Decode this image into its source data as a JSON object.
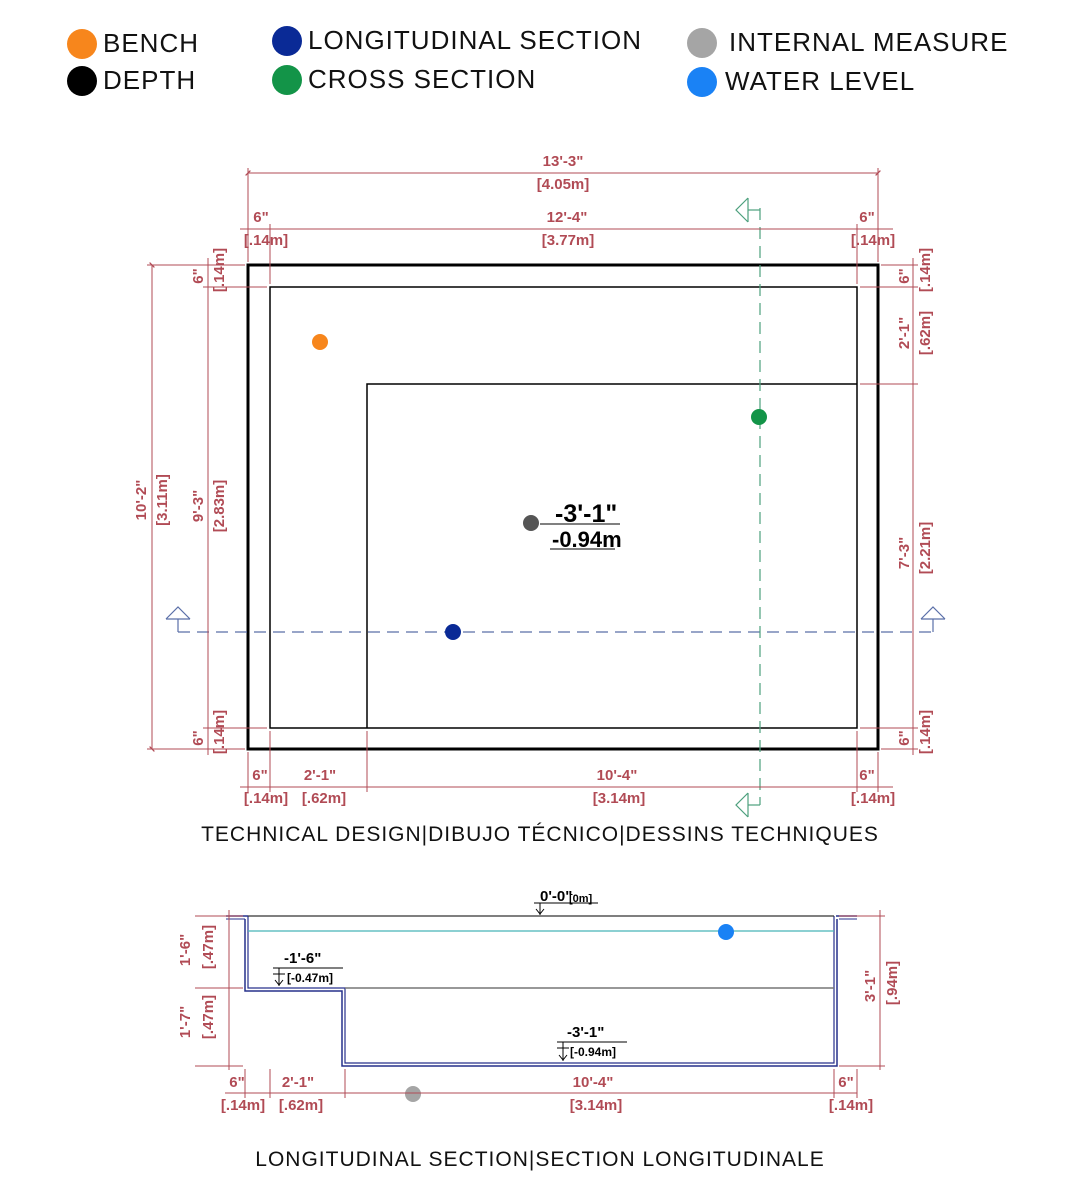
{
  "legend": [
    {
      "label": "BENCH",
      "color": "#f7861c"
    },
    {
      "label": "DEPTH",
      "color": "#000000"
    },
    {
      "label": "LONGITUDINAL SECTION",
      "color": "#0a2a96"
    },
    {
      "label": "CROSS SECTION",
      "color": "#139448"
    },
    {
      "label": "INTERNAL MEASURE",
      "color": "#a5a5a5"
    },
    {
      "label": "WATER LEVEL",
      "color": "#1a82f5"
    }
  ],
  "colors": {
    "dimension": "#b14b55",
    "section_line_long": "#5a6fa8",
    "section_line_cross": "#4ca07d",
    "water_line": "#47b3b8",
    "section_outline": "#27308c"
  },
  "plan": {
    "total_width": {
      "imperial": "13'-3\"",
      "metric": "[4.05m]"
    },
    "inner_width": {
      "imperial": "12'-4\"",
      "metric": "[3.77m]"
    },
    "wall_top_left": {
      "imperial": "6\"",
      "metric": "[.14m]"
    },
    "wall_top_right": {
      "imperial": "6\"",
      "metric": "[.14m]"
    },
    "total_height": {
      "imperial": "10'-2\"",
      "metric": "[3.11m]"
    },
    "inner_height": {
      "imperial": "9'-3\"",
      "metric": "[2.83m]"
    },
    "wall_left_top": {
      "imperial": "6\"",
      "metric": "[.14m]"
    },
    "wall_left_bottom": {
      "imperial": "6\"",
      "metric": "[.14m]"
    },
    "wall_right_top": {
      "imperial": "6\"",
      "metric": "[.14m]"
    },
    "bench_depth_right": {
      "imperial": "2'-1\"",
      "metric": "[.62m]"
    },
    "deep_height_right": {
      "imperial": "7'-3\"",
      "metric": "[2.21m]"
    },
    "wall_right_bottom": {
      "imperial": "6\"",
      "metric": "[.14m]"
    },
    "bottom_wall_left": {
      "imperial": "6\"",
      "metric": "[.14m]"
    },
    "bottom_bench": {
      "imperial": "2'-1\"",
      "metric": "[.62m]"
    },
    "bottom_deep": {
      "imperial": "10'-4\"",
      "metric": "[3.14m]"
    },
    "bottom_wall_right": {
      "imperial": "6\"",
      "metric": "[.14m]"
    },
    "depth_label": {
      "imperial": "-3'-1\"",
      "metric": "-0.94m"
    }
  },
  "section": {
    "top_level": {
      "imperial": "0'-0\"",
      "metric": "[0m]"
    },
    "bench_level": {
      "imperial": "-1'-6\"",
      "metric": "[-0.47m]"
    },
    "floor_level": {
      "imperial": "-3'-1\"",
      "metric": "[-0.94m]"
    },
    "left_upper": {
      "imperial": "1'-6\"",
      "metric": "[.47m]"
    },
    "left_lower": {
      "imperial": "1'-7\"",
      "metric": "[.47m]"
    },
    "right_total": {
      "imperial": "3'-1\"",
      "metric": "[.94m]"
    },
    "bottom_wall_left": {
      "imperial": "6\"",
      "metric": "[.14m]"
    },
    "bottom_bench": {
      "imperial": "2'-1\"",
      "metric": "[.62m]"
    },
    "bottom_deep": {
      "imperial": "10'-4\"",
      "metric": "[3.14m]"
    },
    "bottom_wall_right": {
      "imperial": "6\"",
      "metric": "[.14m]"
    }
  },
  "captions": {
    "plan": "TECHNICAL DESIGN|DIBUJO TÉCNICO|DESSINS TECHNIQUES",
    "section": "LONGITUDINAL SECTION|SECTION LONGITUDINALE"
  }
}
